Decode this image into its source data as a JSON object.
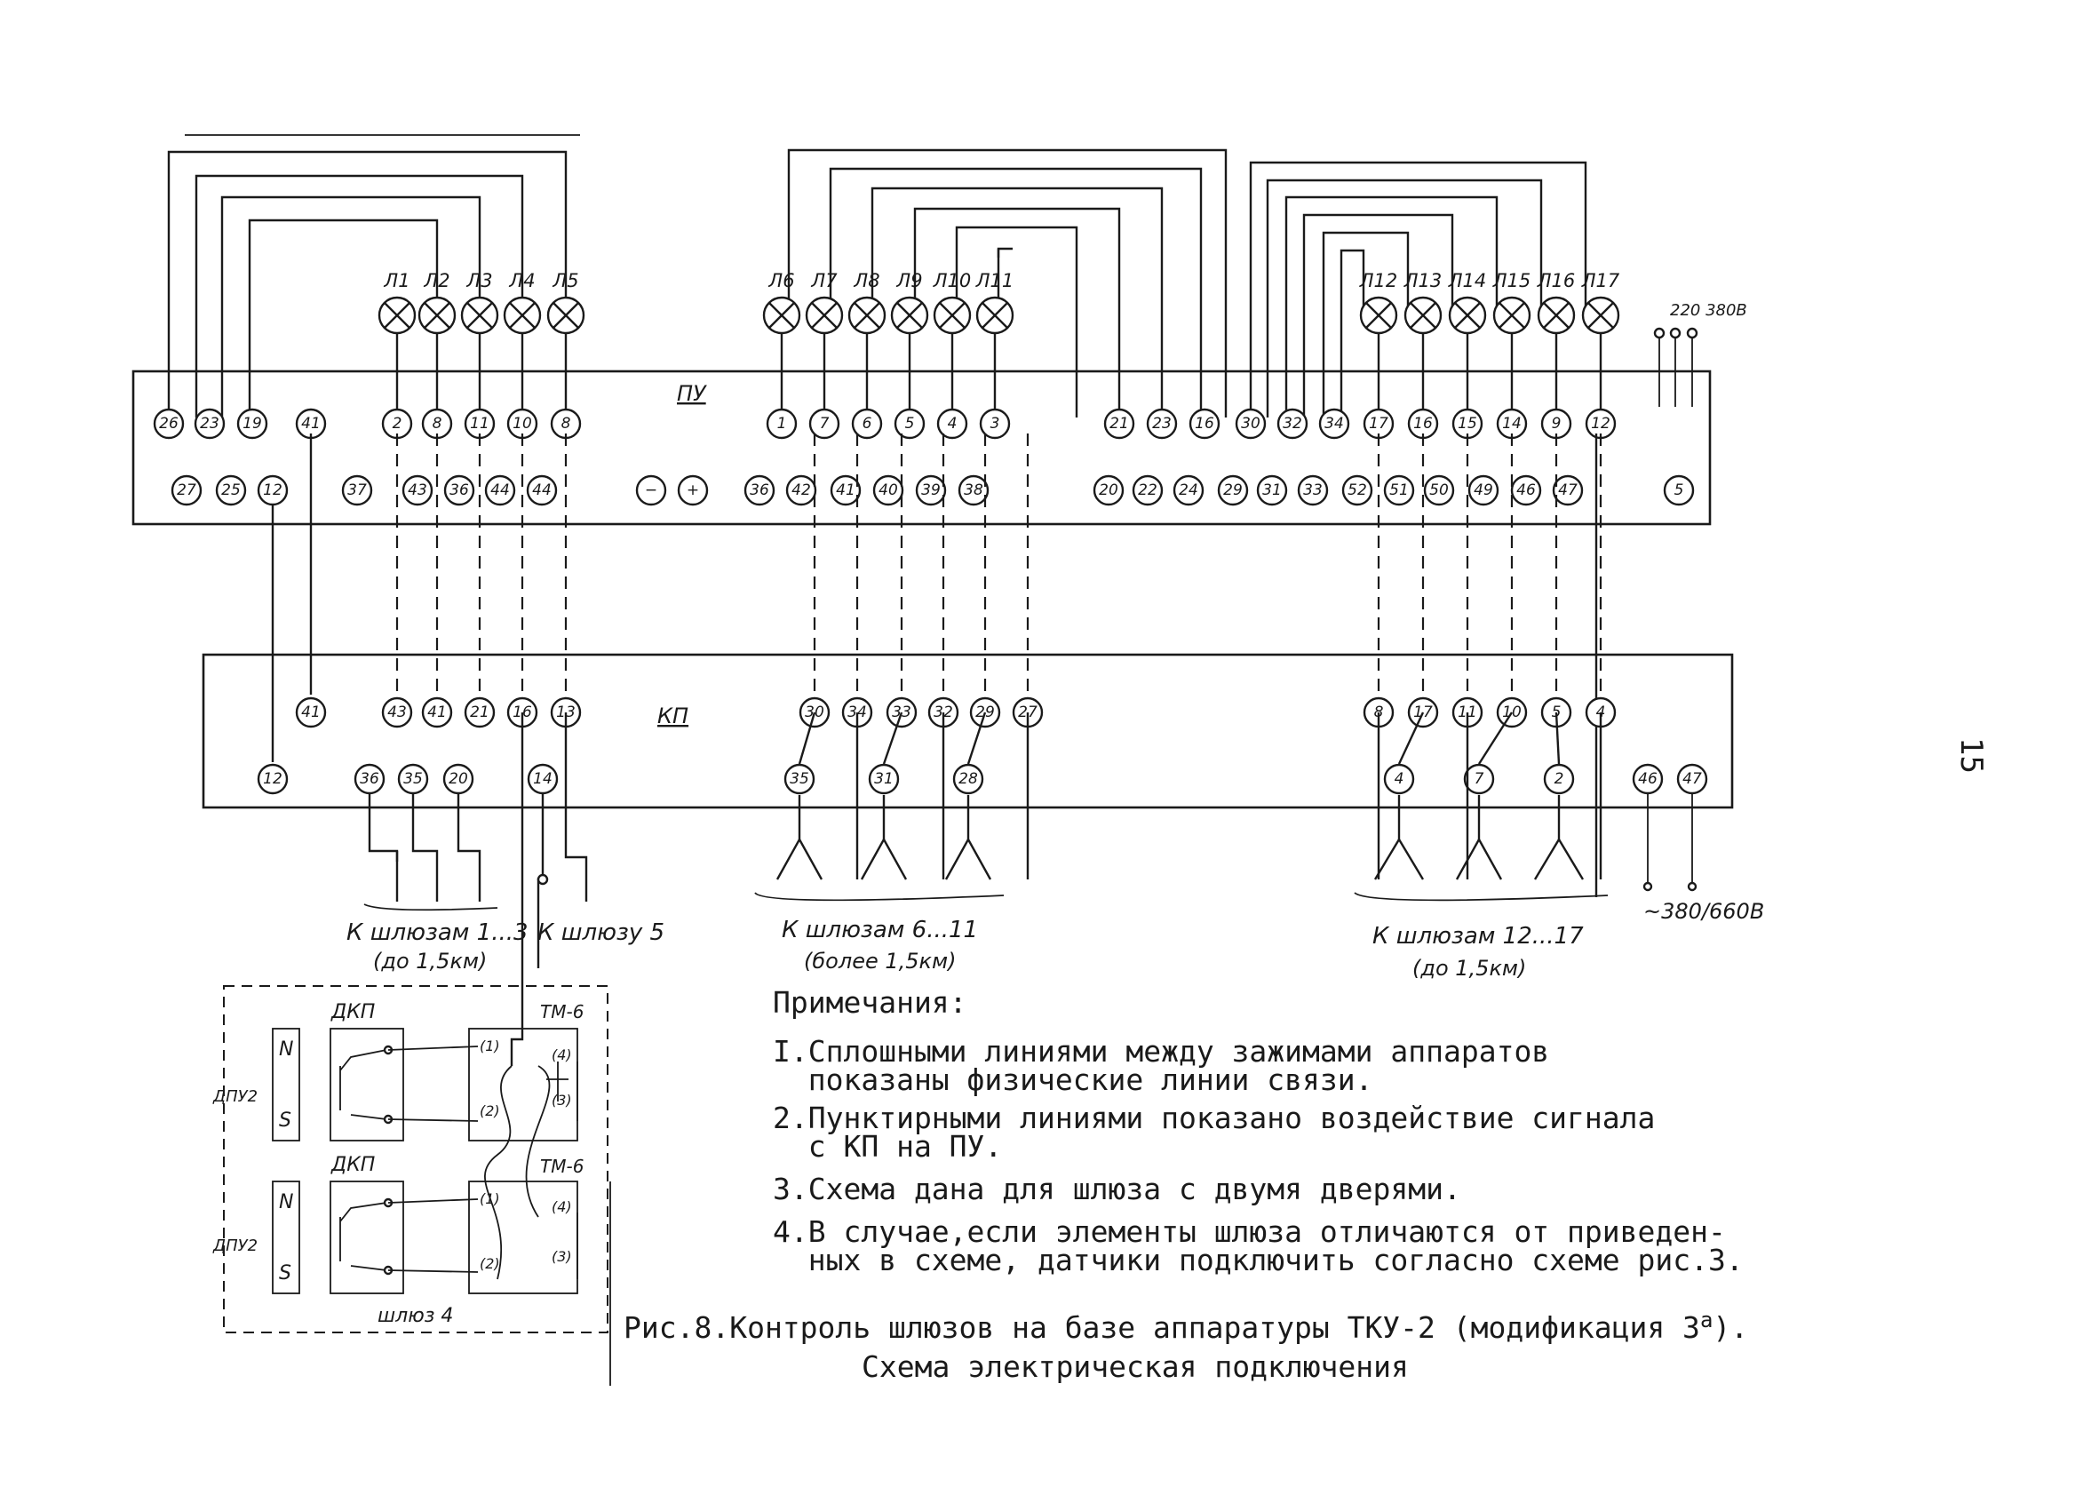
{
  "page_number": "15",
  "pu_label": "ПУ",
  "kp_label": "КП",
  "voltage_top": "220 380В",
  "voltage_bottom": "~380/660В",
  "lamps_group1": [
    "Л1",
    "Л2",
    "Л3",
    "Л4",
    "Л5"
  ],
  "lamps_group2": [
    "Л6",
    "Л7",
    "Л8",
    "Л9",
    "Л10",
    "Л11"
  ],
  "lamps_group3": [
    "Л12",
    "Л13",
    "Л14",
    "Л15",
    "Л16",
    "Л17"
  ],
  "pu_top_row": [
    "26",
    "23",
    "19",
    "41",
    "2",
    "8",
    "11",
    "10",
    "8",
    "1",
    "7",
    "6",
    "5",
    "4",
    "3",
    "21",
    "23",
    "16",
    "30",
    "32",
    "34",
    "17",
    "16",
    "15",
    "14",
    "9",
    "12"
  ],
  "pu_bottom_row": [
    "27",
    "25",
    "12",
    "37",
    "43",
    "36",
    "44",
    "44",
    "−",
    "+",
    "36",
    "42",
    "41",
    "40",
    "39",
    "38",
    "20",
    "22",
    "24",
    "29",
    "31",
    "33",
    "52",
    "51",
    "50",
    "49",
    "46",
    "47",
    "5"
  ],
  "kp_top_row": [
    "41",
    "43",
    "41",
    "21",
    "16",
    "13",
    "30",
    "34",
    "33",
    "32",
    "29",
    "27",
    "8",
    "17",
    "11",
    "10",
    "5",
    "4"
  ],
  "kp_bottom_row": [
    "12",
    "36",
    "35",
    "20",
    "14",
    "35",
    "31",
    "28",
    "4",
    "7",
    "2",
    "46",
    "47"
  ],
  "caption_sluice_1_3": [
    "К шлюзам 1...3",
    "(до 1,5км)"
  ],
  "caption_sluice_5": "К шлюзу 5",
  "caption_sluice_6_11": [
    "К шлюзам 6...11",
    "(более 1,5км)"
  ],
  "caption_sluice_12_17": [
    "К шлюзам 12...17",
    "(до 1,5км)"
  ],
  "sluice4": {
    "dkp": "ДКП",
    "tm6": "ТМ-6",
    "dpu": "ДПУ2",
    "n": "N",
    "s": "S",
    "label": "шлюз 4",
    "pins": [
      "(1)",
      "(2)",
      "(3)",
      "(4)"
    ]
  },
  "notes": {
    "title": "Примечания:",
    "lines": [
      "I.Сплошными линиями между зажимами аппаратов",
      "  показаны физические линии связи.",
      "2.Пунктирными линиями показано воздействие сигнала",
      "  с КП на ПУ.",
      "3.Схема дана для шлюза с двумя дверями.",
      "4.В случае,если элементы шлюза отличаются от приведен-",
      "  ных в схеме, датчики подключить согласно схеме рис.3."
    ]
  },
  "figure_caption": {
    "line1": "Рис.8.Контроль шлюзов на базе аппаратуры ТКУ-2 (модификация 3",
    "superscript": "а",
    "line1_end": ").",
    "line2": "Схема электрическая подключения"
  }
}
